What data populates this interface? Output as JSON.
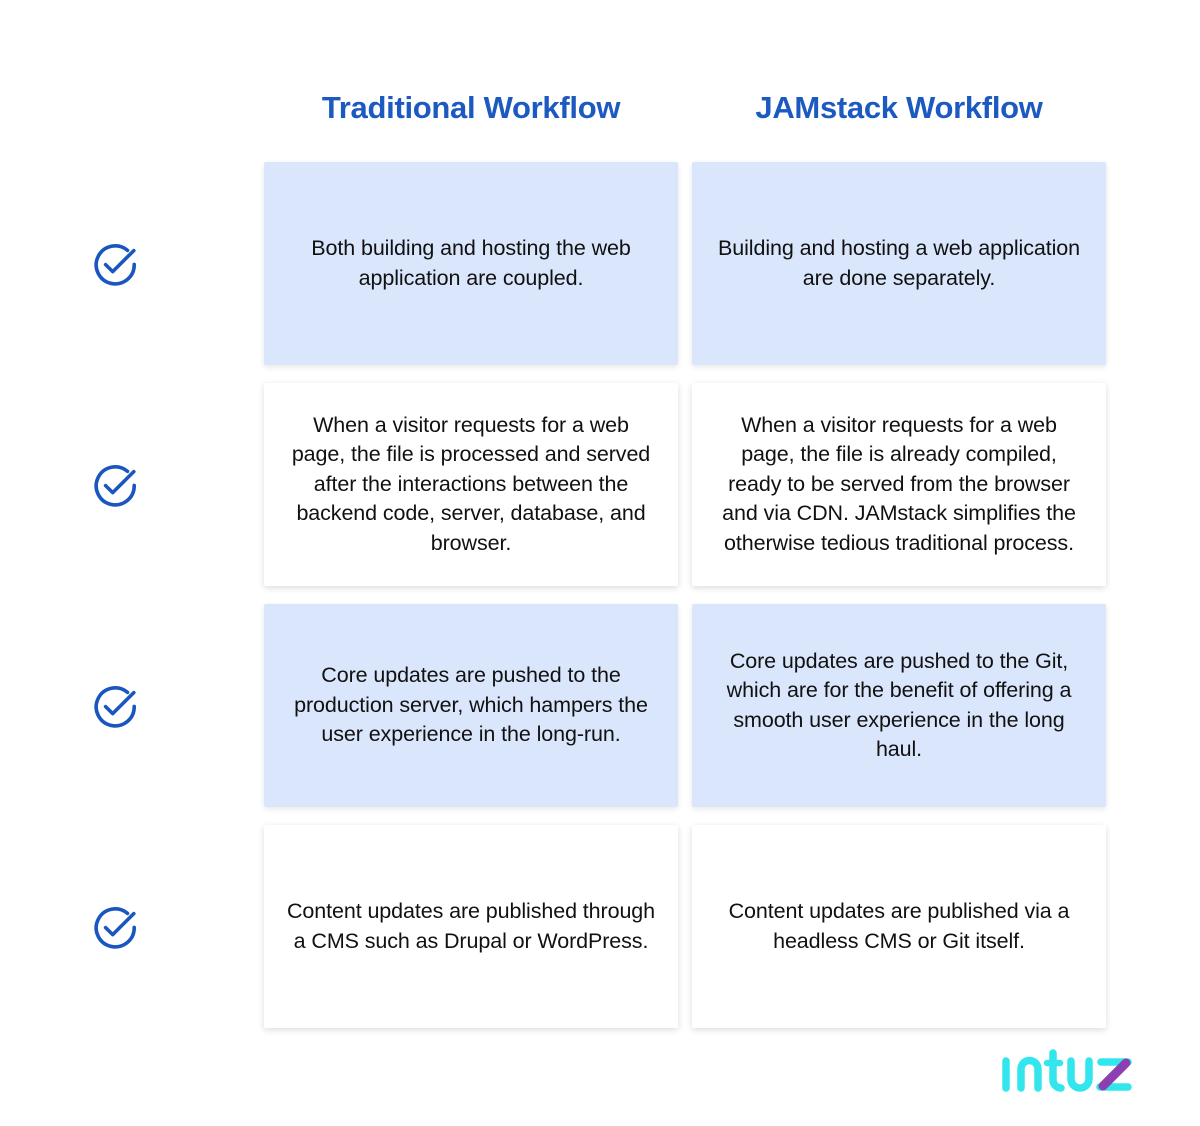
{
  "colors": {
    "page_background": "#ffffff",
    "header_blue": "#1c59c0",
    "cell_tint": "#d9e6fb",
    "cell_plain": "#ffffff",
    "body_text": "#111111",
    "check_icon": "#1a56c0",
    "logo_cyan": "#33e6ee",
    "logo_purple": "#8b3fb0"
  },
  "headers": [
    {
      "label": "Traditional Workflow"
    },
    {
      "label": "JAMstack Workflow"
    }
  ],
  "rows": [
    {
      "icon": "check-circle-icon",
      "style": "tinted",
      "traditional": "Both building and hosting the web application are coupled.",
      "jamstack": "Building and hosting a web application are done separately."
    },
    {
      "icon": "check-circle-icon",
      "style": "plain",
      "traditional": "When a visitor requests for a web page, the file is processed and served after the interactions between the backend code, server, database, and browser.",
      "jamstack": "When a visitor requests for a web page, the file is already compiled, ready to be served from the browser and via CDN. JAMstack simplifies the otherwise tedious traditional process."
    },
    {
      "icon": "check-circle-icon",
      "style": "tinted",
      "traditional": "Core updates are pushed to the production server, which hampers the user experience in the long-run.",
      "jamstack": "Core updates are pushed to the Git, which are for the benefit of offering a smooth user experience in the long haul."
    },
    {
      "icon": "check-circle-icon",
      "style": "plain",
      "traditional": "Content updates are published through a CMS such as Drupal or WordPress.",
      "jamstack": "Content updates are published via a headless CMS or Git itself."
    }
  ],
  "logo": {
    "name": "intuz",
    "wordmark": "intuz"
  }
}
